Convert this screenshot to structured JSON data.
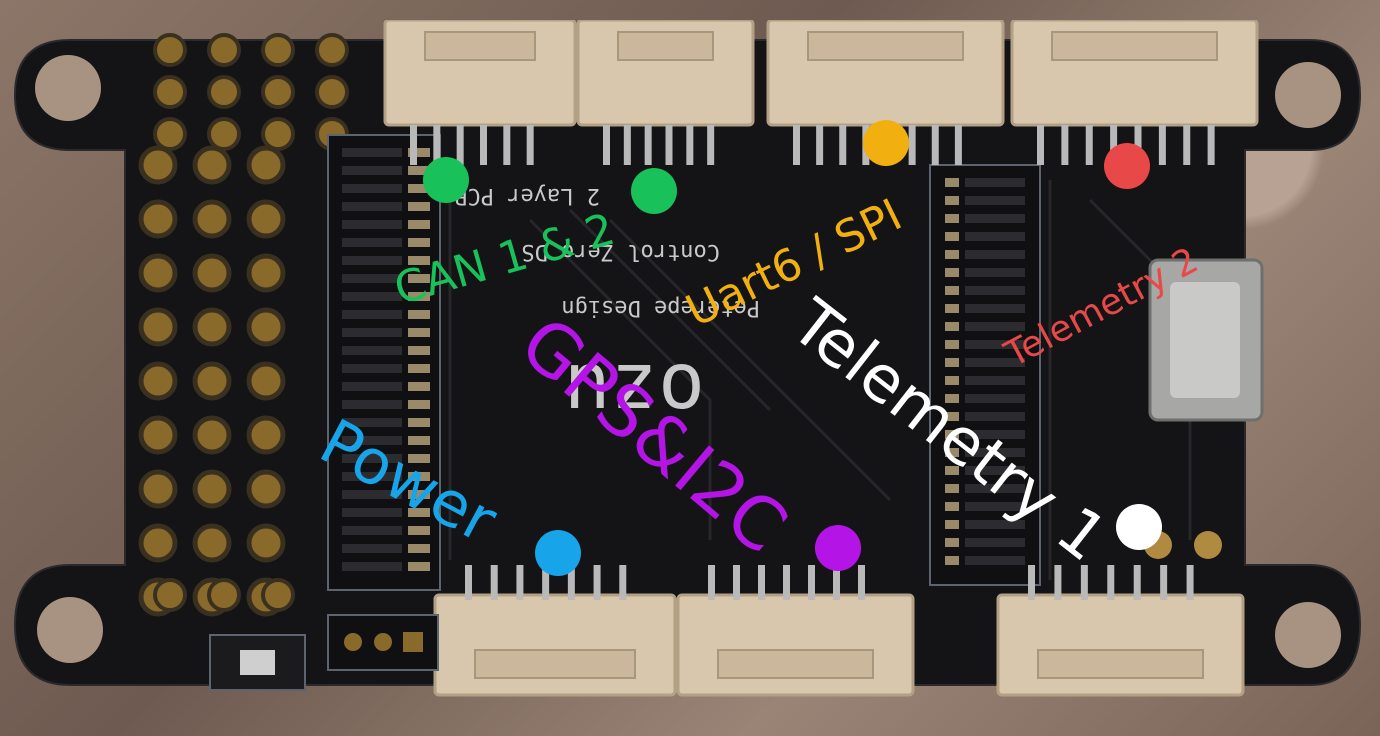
{
  "labels": {
    "can": "CAN 1 & 2",
    "uart6": "Uart6 / SPI",
    "telemetry2": "Telemetry 2",
    "telemetry1": "Telemetry 1",
    "gps": "GPS&I2C",
    "power": "Power"
  },
  "silkscreen": {
    "line1": "2 Layer PCB",
    "line2": "Control Zero DS",
    "line3": "Peterepe Design",
    "logo": "ozu"
  },
  "colors": {
    "can": "#19c15b",
    "uart6": "#f2b010",
    "telemetry2": "#e84848",
    "telemetry1": "#ffffff",
    "gps": "#b414e6",
    "power": "#17a4e8"
  }
}
